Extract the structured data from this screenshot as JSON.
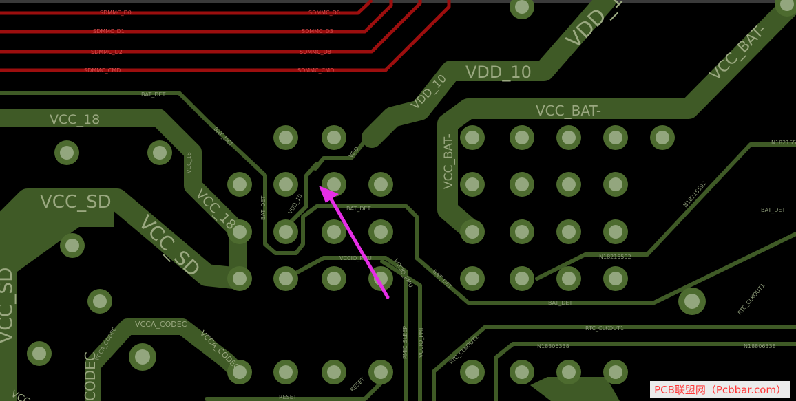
{
  "colors": {
    "background": "#000000",
    "copper": "#3f5a26",
    "copper_light": "#4d6b2f",
    "pad": "#4d6b2f",
    "pad_hole": "#93a67e",
    "red_trace": "#9c0e0e",
    "arrow": "#e62ee6"
  },
  "red_traces": [
    {
      "left": "SDMMC_D0",
      "right": "SDMMC_D0"
    },
    {
      "left": "SDMMC_D1",
      "right": "SDMMC_D3"
    },
    {
      "left": "SDMMC_D2",
      "right": "SDMMC_D8"
    },
    {
      "left": "SDMMC_CMD",
      "right": "SDMMC_CMD"
    }
  ],
  "labels": {
    "vdd_10_big": "VDD_10",
    "vdd_10_diag": "VDD_10",
    "vdd_top": "VDD_1",
    "vcc_bat_top": "VCC_BAT-",
    "vcc_bat_mid": "VCC_BAT-",
    "vcc_bat_vertical": "VCC_BAT-",
    "vcc_18": "VCC_18",
    "vcc_18_diag": "VCC_18",
    "vcc_18_small": "VCC_18",
    "vcc_sd": "VCC_SD",
    "vcc_sd_diag": "VCC_SD",
    "vcc_sd_left": "VCC_SD",
    "vcca_codec": "VCCA_CODEC",
    "vcca_codec_diag": "VCCA_CODEC",
    "vcca_codec_small": "VCCA_CODEC",
    "codec_left": "CODEC",
    "vcc_left": "VCC",
    "bat_det_1": "BAT_DET",
    "bat_det_2": "BAT_DET",
    "bat_det_3": "BAT_DET",
    "bat_det_4": "BAT_DET",
    "bat_det_5": "BAT_DET",
    "bat_det_6": "BAT_DET",
    "bat_det_7": "BAT_DET",
    "vccio_pmu_1": "VCCIO_PMU",
    "vccio_pmu_2": "VCCIO_PMU",
    "vccio_pmi": "VCCIO_PMI",
    "pmic_sleep": "PMIC_SLEEP",
    "vdd_10_small": "VDD_10",
    "vdd_small": "VDD",
    "n18215592_1": "N18215592",
    "n18215592_2": "N18215592",
    "n18215_top": "N182155",
    "n18806338_1": "N18806338",
    "n18806338_2": "N18806338",
    "rtc_clkout1_1": "RTC_CLKOUT1",
    "rtc_clkout1_2": "RTC_CLKOUT1",
    "rtc_clkout1_3": "RTC_CLKOUT1",
    "reset_1": "RESET",
    "reset_2": "RESET"
  },
  "watermark": "PCB联盟网（Pcbbar.com）"
}
